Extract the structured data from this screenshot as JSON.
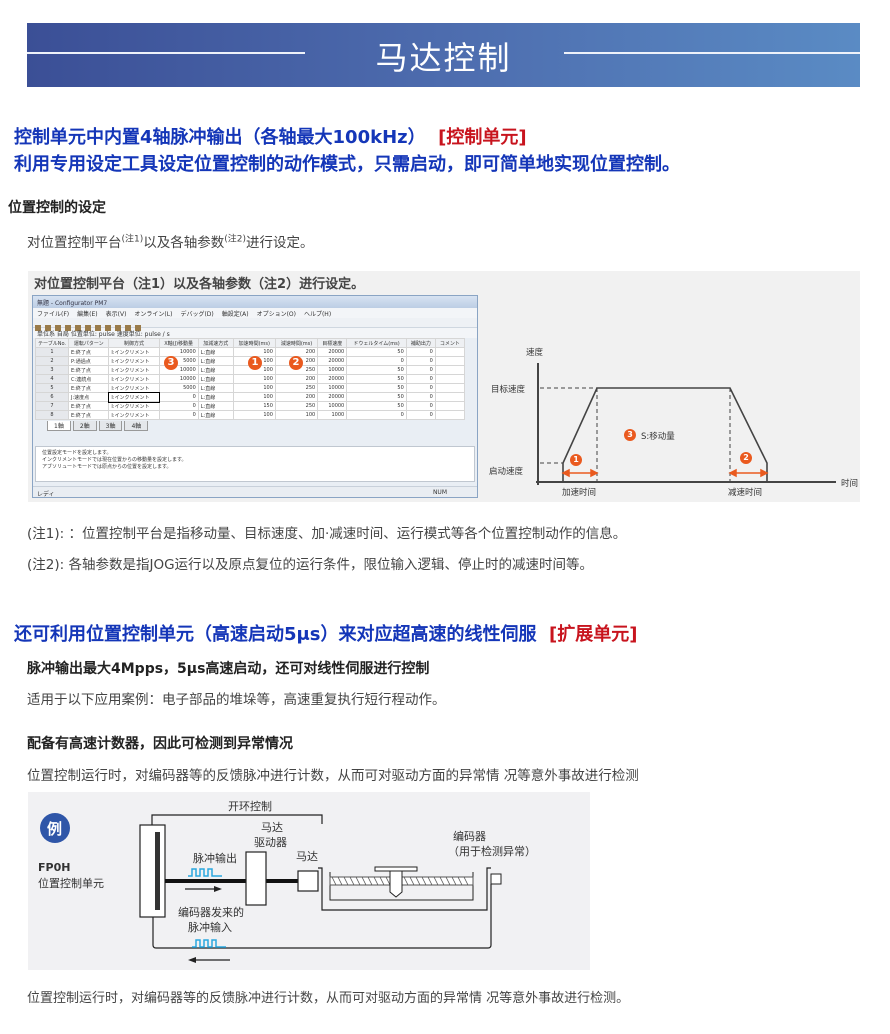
{
  "banner": {
    "title": "马达控制"
  },
  "section1": {
    "line1": "控制单元中内置4轴脉冲输出（各轴最大100kHz）",
    "tag1": "[控制单元]",
    "line2": "利用专用设定工具设定位置控制的动作模式，只需启动，即可简单地实现位置控制。"
  },
  "setting": {
    "heading": "位置控制的设定",
    "text_a": "对位置控制平台",
    "note1": "(注1)",
    "text_b": "以及各轴参数",
    "note2": "(注2)",
    "text_c": "进行设定。"
  },
  "figure1": {
    "caption": "对位置控制平台（注1）以及各轴参数（注2）进行设定。",
    "window": {
      "title": "無題 - Configurator PM7",
      "menu": [
        "ファイル(F)",
        "編集(E)",
        "表示(V)",
        "オンライン(L)",
        "デバッグ(D)",
        "軸設定(A)",
        "オプション(O)",
        "ヘルプ(H)"
      ],
      "unit_bar": "単位系 自局 位置単位: pulse 速度単位: pulse / s",
      "columns": [
        "テーブルNo.",
        "運転パターン",
        "制御方式",
        "X軸(J)移動量",
        "加減速方式",
        "加速時間(ms)",
        "減速時間(ms)",
        "目標速度",
        "ドウェルタイム(ms)",
        "補助出力",
        "コメント"
      ],
      "rows": [
        [
          "1",
          "E:終了点",
          "I:インクリメント",
          "10000",
          "L:直線",
          "100",
          "200",
          "20000",
          "50",
          "0",
          ""
        ],
        [
          "2",
          "P:通過点",
          "I:インクリメント",
          "5000",
          "L:直線",
          "100",
          "200",
          "20000",
          "0",
          "0",
          ""
        ],
        [
          "3",
          "E:終了点",
          "I:インクリメント",
          "10000",
          "L:直線",
          "100",
          "250",
          "10000",
          "50",
          "0",
          ""
        ],
        [
          "4",
          "C:連続点",
          "I:インクリメント",
          "10000",
          "L:直線",
          "100",
          "200",
          "20000",
          "50",
          "0",
          ""
        ],
        [
          "5",
          "E:終了点",
          "I:インクリメント",
          "5000",
          "L:直線",
          "100",
          "250",
          "10000",
          "50",
          "0",
          ""
        ],
        [
          "6",
          "J:速度点",
          "I:インクリメント",
          "0",
          "L:直線",
          "100",
          "200",
          "20000",
          "50",
          "0",
          ""
        ],
        [
          "7",
          "E:終了点",
          "I:インクリメント",
          "0",
          "L:直線",
          "150",
          "250",
          "10000",
          "50",
          "0",
          ""
        ],
        [
          "8",
          "E:終了点",
          "I:インクリメント",
          "0",
          "L:直線",
          "100",
          "100",
          "1000",
          "0",
          "0",
          ""
        ]
      ],
      "sheet_tabs": [
        "1軸",
        "2軸",
        "3軸",
        "4軸"
      ],
      "messages": [
        "位置設定モードを設定します。",
        "インクリメントモードでは現在位置からの移動量を設定します。",
        "アブソリュートモードでは原点からの位置を設定します。"
      ],
      "status_left": "レディ",
      "status_right": "NUM"
    },
    "badges": [
      "1",
      "2",
      "3"
    ],
    "chart": {
      "y_axis": "速度",
      "x_axis": "时间",
      "target_speed": "目标速度",
      "start_speed": "启动速度",
      "accel_time": "加速时间",
      "decel_time": "减速时间",
      "area_label": "S:移动量"
    }
  },
  "notes": [
    {
      "label": "(注1):",
      "text": "：位置控制平台是指移动量、目标速度、加·减速时间、运行模式等各个位置控制动作的信息。"
    },
    {
      "label": "(注2):",
      "text": "各轴参数是指JOG运行以及原点复位的运行条件，限位输入逻辑、停止时的减速时间等。"
    }
  ],
  "section2": {
    "heading": "还可利用位置控制单元（高速启动5μs）来对应超高速的线性伺服",
    "tag": "[扩展单元]",
    "sub1": "脉冲输出最大4Mpps，5μs高速启动，还可对线性伺服进行控制",
    "text1": "适用于以下应用案例：电子部品的堆垛等，高速重复执行短行程动作。",
    "sub2": "配备有高速计数器，因此可检测到异常情况",
    "text2": "位置控制运行时，对编码器等的反馈脉冲进行计数，从而可对驱动方面的异常情 况等意外事故进行检测"
  },
  "figure2": {
    "example": "例",
    "unit_model": "FP0H",
    "unit_name": "位置控制单元",
    "open_loop": "开环控制",
    "driver_1": "马达",
    "driver_2": "驱动器",
    "pulse_out": "脉冲输出",
    "motor": "马达",
    "encoder": "编码器",
    "encoder_note": "（用于检测异常）",
    "feedback_1": "编码器发来的",
    "feedback_2": "脉冲输入"
  },
  "footer_text": "位置控制运行时，对编码器等的反馈脉冲进行计数，从而可对驱动方面的异常情 况等意外事故进行检测。",
  "colors": {
    "banner": "#4d6cae",
    "heading": "#1436b8",
    "tag": "#c8141e",
    "badge": "#ea5a1f",
    "pulse": "#2aa8e0"
  }
}
